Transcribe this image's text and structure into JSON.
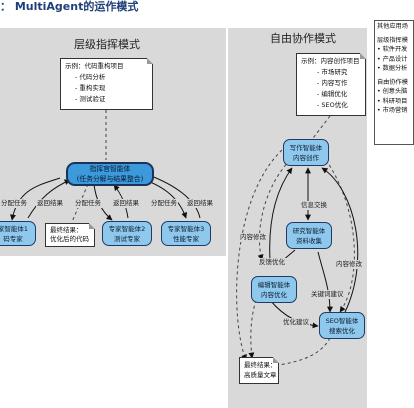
{
  "figure_title": "：  MultiAgent的运作模式",
  "hierarchical": {
    "title": "层级指挥模式",
    "example_note": [
      "示例：代码重构项目",
      "- 代码分析",
      "- 重构实现",
      "- 测试验证"
    ],
    "commander": [
      "指挥官智能体",
      "(任务分解与结果整合)"
    ],
    "experts": [
      [
        "家智能体1",
        "码专家"
      ],
      [
        "专家智能体2",
        "测试专家"
      ],
      [
        "专家智能体3",
        "性能专家"
      ]
    ],
    "result_note": [
      "最终结果：",
      "优化后的代码"
    ],
    "edge_labels": [
      "分配任务",
      "返回结果",
      "分配任务",
      "返回结果",
      "分配任务",
      "返回结果"
    ]
  },
  "collaborative": {
    "title": "自由协作模式",
    "example_note": [
      "示例：内容创作项目",
      "- 市场研究",
      "- 内容写作",
      "- 编辑优化",
      "- SEO优化"
    ],
    "agents": [
      [
        "写作智能体",
        "内容创作"
      ],
      [
        "研究智能体",
        "资料收集"
      ],
      [
        "编辑智能体",
        "内容优化"
      ],
      [
        "SEO智能体",
        "搜索优化"
      ]
    ],
    "edge_labels": {
      "info_exchange": "信息交换",
      "content_modify_left": "内容修改",
      "content_modify_right": "内容修改",
      "feedback": "反馈优化",
      "keyword": "关键词建议",
      "optimize": "优化建议"
    },
    "result_note": [
      "最终结果：",
      "高质量文章"
    ]
  },
  "legend": {
    "lines": [
      "其他应用场",
      "",
      "层级指挥模",
      "• 软件开发",
      "• 产品设计",
      "• 数据分析",
      "",
      "自由协作模",
      "• 创意头脑",
      "• 科研项目",
      "• 市场营销"
    ]
  }
}
